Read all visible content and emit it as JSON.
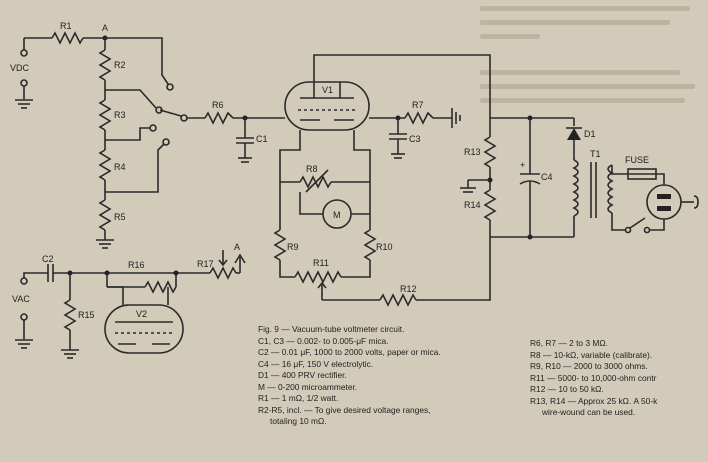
{
  "figure": {
    "title": "Fig. 9 — Vacuum-tube voltmeter circuit.",
    "parts_left": [
      "C1, C3 — 0.002- to 0.005-μF mica.",
      "C2 — 0.01 μF, 1000 to 2000 volts, paper or mica.",
      "C4 — 16 μF, 150 V electrolytic.",
      "D1 — 400 PRV rectifier.",
      "M — 0-200 microammeter.",
      "R1 — 1 mΩ, 1/2 watt.",
      "R2-R5, incl. — To give desired voltage ranges,",
      "totaling 10 mΩ."
    ],
    "parts_right": [
      "R6, R7 — 2 to 3 MΩ.",
      "R8 — 10-kΩ, variable (calibrate).",
      "R9, R10 — 2000 to 3000 ohms.",
      "R11 — 5000- to 10,000-ohm contr",
      "R12 — 10 to 50 kΩ.",
      "R13, R14 — Approx 25 kΩ. A 50-k",
      "wire-wound can be used."
    ]
  },
  "labels": {
    "r1": "R1",
    "a_top": "A",
    "vdc": "VDC",
    "r2": "R2",
    "r3": "R3",
    "r4": "R4",
    "r5": "R5",
    "r6": "R6",
    "c1": "C1",
    "v1": "V1",
    "r7": "R7",
    "c3": "C3",
    "r13": "R13",
    "r14": "R14",
    "c4": "C4",
    "plus": "+",
    "d1": "D1",
    "t1": "T1",
    "fuse": "FUSE",
    "r8": "R8",
    "m": "M",
    "r9": "R9",
    "r10": "R10",
    "r11": "R11",
    "r12": "R12",
    "c2": "C2",
    "r16": "R16",
    "r17": "R17",
    "a_bottom": "A",
    "vac": "VAC",
    "r15": "R15",
    "v2": "V2"
  }
}
